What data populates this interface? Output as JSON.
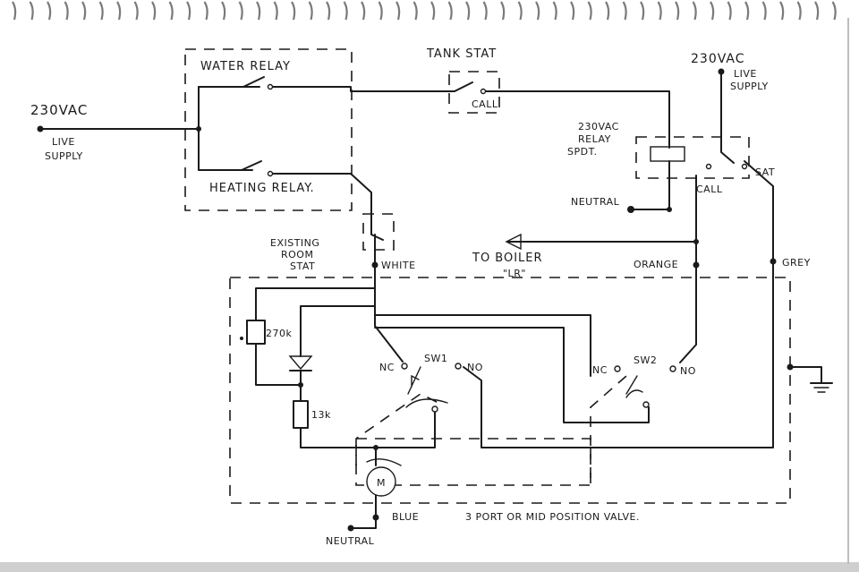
{
  "colors": {
    "ink": "#1a1a1a",
    "paper": "#ffffff",
    "spiral": "#7a7a7a"
  },
  "labels": {
    "water_relay": "WATER RELAY",
    "heating_relay": "HEATING RELAY.",
    "tank_stat": "TANK STAT",
    "call_tank": "CALL",
    "supply_left_voltage": "230VAC",
    "supply_left_live": "LIVE",
    "supply_left_supply": "SUPPLY",
    "supply_right_voltage": "230VAC",
    "supply_right_live": "LIVE",
    "supply_right_supply": "SUPPLY",
    "relay_spdt_1": "230VAC",
    "relay_spdt_2": "RELAY",
    "relay_spdt_3": "SPDT.",
    "sat": "SAT",
    "call_relay": "CALL",
    "neutral_top": "NEUTRAL",
    "existing_1": "EXISTING",
    "existing_2": "ROOM",
    "existing_3": "STAT",
    "white": "WHITE",
    "to_boiler_1": "TO BOILER",
    "to_boiler_2": "\"LR\"",
    "orange": "ORANGE",
    "grey": "GREY",
    "r270k": "270k",
    "r13k": "13k",
    "nc1": "NC",
    "sw1": "SW1",
    "no1": "NO",
    "nc2": "NC",
    "sw2": "SW2",
    "no2": "NO",
    "motor": "M",
    "blue": "BLUE",
    "valve": "3 PORT OR MID POSITION VALVE.",
    "neutral_bottom": "NEUTRAL"
  },
  "icons": [
    "motor-icon",
    "diode-icon",
    "resistor-icon",
    "ground-icon",
    "relay-coil-icon",
    "arrow-left-icon"
  ]
}
